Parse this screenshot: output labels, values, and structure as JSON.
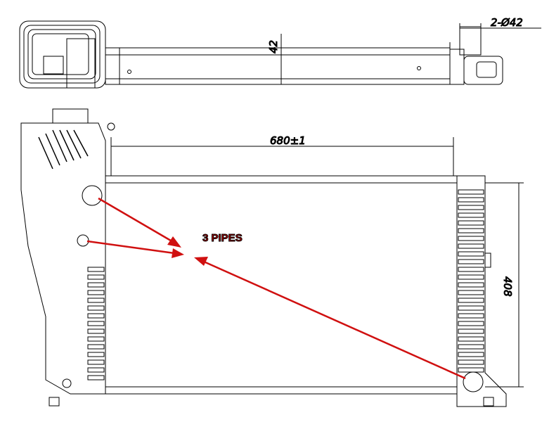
{
  "dimensions": {
    "width": "680±1",
    "height": "408",
    "thickness": "42",
    "pipes": "2-Ø42"
  },
  "annotation": {
    "label": "3 PIPES",
    "arrow_color": "#d01010"
  }
}
